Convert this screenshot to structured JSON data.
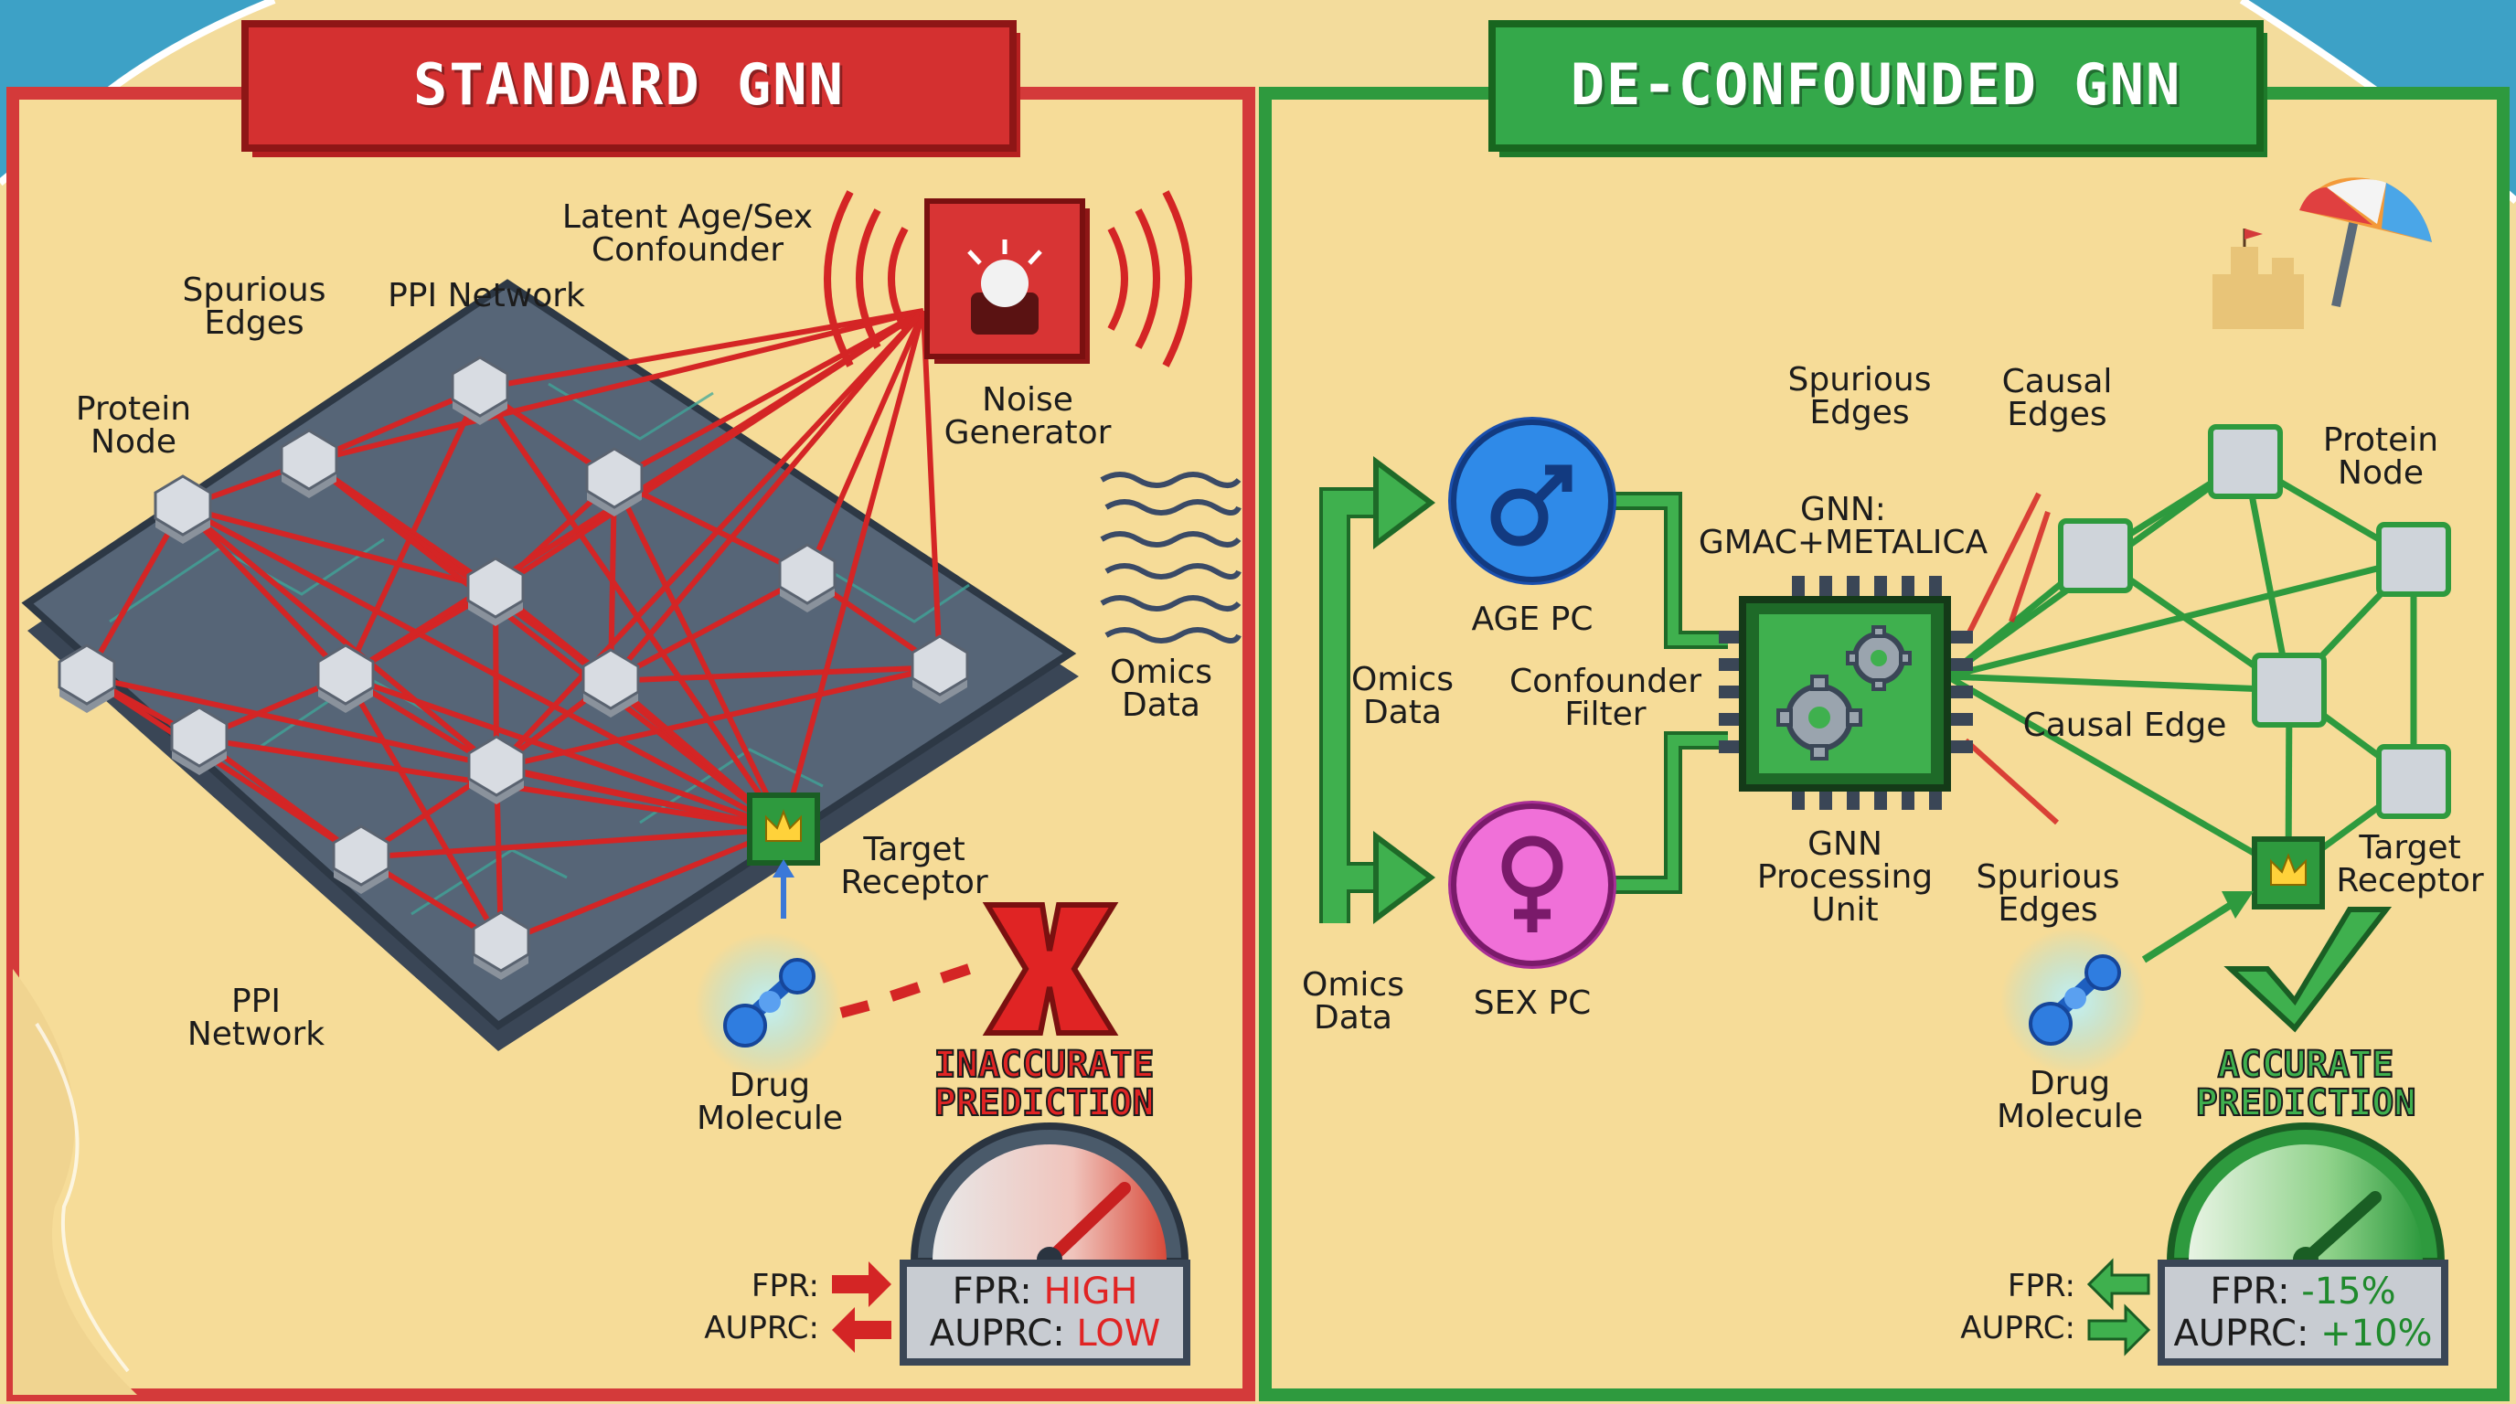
{
  "left_panel": {
    "title": "STANDARD GNN",
    "labels": {
      "latent_confounder": [
        "Latent Age/Sex",
        "Confounder"
      ],
      "spurious_edges": [
        "Spurious",
        "Edges"
      ],
      "ppi_network_top": "PPI Network",
      "protein_node": [
        "Protein",
        "Node"
      ],
      "noise_generator": [
        "Noise",
        "Generator"
      ],
      "omics_data": [
        "Omics",
        "Data"
      ],
      "target_receptor": [
        "Target",
        "Receptor"
      ],
      "ppi_network_bottom": [
        "PPI",
        "Network"
      ],
      "drug_molecule": [
        "Drug",
        "Molecule"
      ]
    },
    "prediction": [
      "INACCURATE",
      "PREDICTION"
    ],
    "metrics": {
      "fpr_label": "FPR:",
      "auprc_label": "AUPRC:",
      "fpr_key": "FPR:",
      "fpr_value": "HIGH",
      "auprc_key": "AUPRC:",
      "auprc_value": "LOW"
    },
    "colors": {
      "frame": "#d43a3a",
      "edges": "#d42525",
      "value": "#e02424"
    }
  },
  "right_panel": {
    "title": "DE-CONFOUNDED GNN",
    "labels": {
      "spurious_edges_top": [
        "Spurious",
        "Edges"
      ],
      "causal_edges": [
        "Causal",
        "Edges"
      ],
      "protein_node": [
        "Protein",
        "Node"
      ],
      "gnn": [
        "GNN:",
        "GMAC+METALICA"
      ],
      "age_pc": "AGE PC",
      "omics_data_top": [
        "Omics",
        "Data"
      ],
      "confounder_filter": [
        "Confounder",
        "Filter"
      ],
      "causal_edge": "Causal Edge",
      "gnn_processing_unit": [
        "GNN",
        "Processing",
        "Unit"
      ],
      "spurious_edges_bottom": [
        "Spurious",
        "Edges"
      ],
      "target_receptor": [
        "Target",
        "Receptor"
      ],
      "omics_data_bottom": [
        "Omics",
        "Data"
      ],
      "sex_pc": "SEX PC",
      "drug_molecule": [
        "Drug",
        "Molecule"
      ]
    },
    "prediction": [
      "ACCURATE",
      "PREDICTION"
    ],
    "metrics": {
      "fpr_label": "FPR:",
      "auprc_label": "AUPRC:",
      "fpr_key": "FPR:",
      "fpr_value": "-15%",
      "auprc_key": "AUPRC:",
      "auprc_value": "+10%"
    },
    "colors": {
      "frame": "#2e9a3e",
      "edges": "#2e9a3e",
      "value": "#1f8a2c"
    }
  },
  "icons": [
    "alarm-icon",
    "male-symbol-icon",
    "female-symbol-icon",
    "gear-icon",
    "crown-icon",
    "molecule-icon",
    "cross-icon",
    "check-icon",
    "gauge-icon",
    "umbrella-icon",
    "sandcastle-icon",
    "arrow-icon"
  ]
}
